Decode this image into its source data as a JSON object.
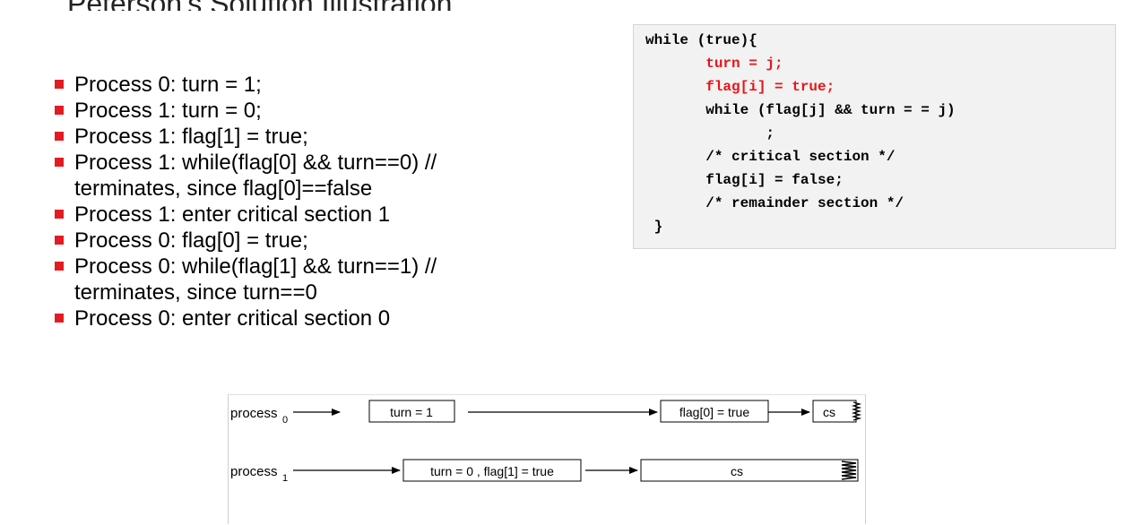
{
  "header": {
    "title_fragment": "Peterson's Solution Illustration"
  },
  "trace": {
    "steps": [
      {
        "line1": "Process 0: turn = 1;"
      },
      {
        "line1": "Process 1: turn = 0;"
      },
      {
        "line1": "Process 1: flag[1] = true;"
      },
      {
        "line1": "Process 1: while(flag[0] && turn==0) //",
        "line2": "terminates, since flag[0]==false"
      },
      {
        "line1": "Process 1: enter critical section 1"
      },
      {
        "line1": "Process 0: flag[0] = true;"
      },
      {
        "line1": "Process 0: while(flag[1] && turn==1) //",
        "line2": "terminates, since turn==0"
      },
      {
        "line1": "Process 0: enter critical section 0"
      }
    ]
  },
  "code": {
    "lines": [
      {
        "text": "while (true){"
      },
      {
        "text": "       turn = j;"
      },
      {
        "text": "       flag[i] = true;"
      },
      {
        "text": "       while (flag[j] && turn = = j)"
      },
      {
        "text": "              ;"
      },
      {
        "text": "       /* critical section */"
      },
      {
        "text": "       flag[i] = false;"
      },
      {
        "text": "       /* remainder section */"
      },
      {
        "text": " }"
      }
    ],
    "highlight_color": "#e8141b"
  },
  "timeline": {
    "process0": {
      "label": "process",
      "sub": "0",
      "box1": "turn = 1",
      "box2": "flag[0] = true",
      "box3": "cs"
    },
    "process1": {
      "label": "process",
      "sub": "1",
      "box1": "turn = 0 , flag[1] = true",
      "box2": "cs"
    }
  },
  "colors": {
    "bullet": "#e31b23",
    "code_bg": "#f2f2f2"
  }
}
